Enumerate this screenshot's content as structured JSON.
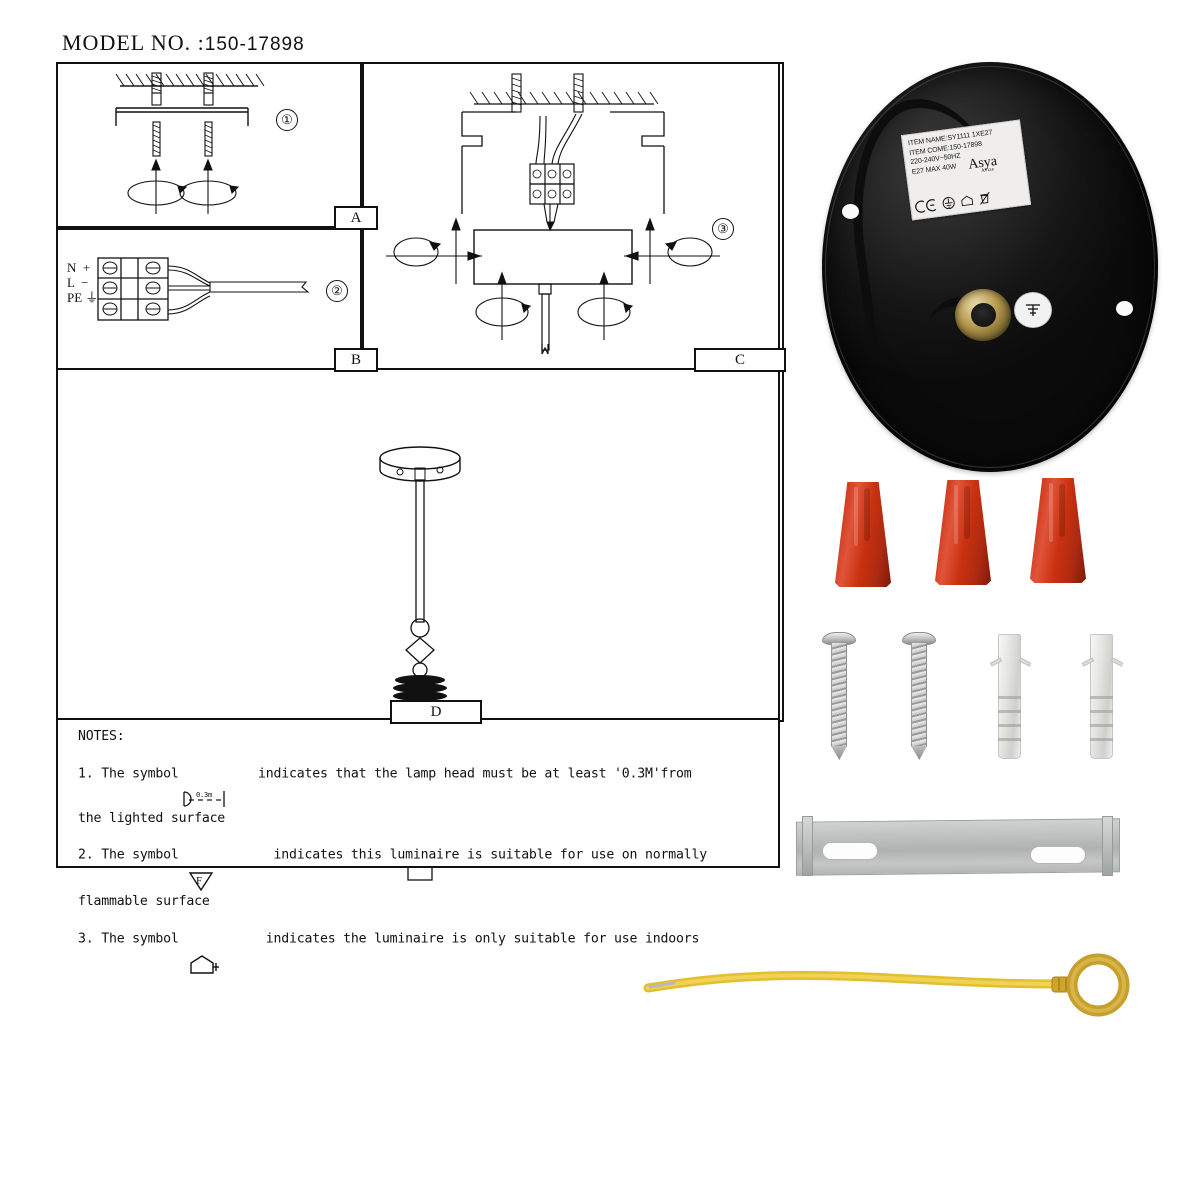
{
  "document": {
    "title_prefix": "MODEL NO. :",
    "model_number": "150-17898",
    "type": "lamp-installation-instruction-sheet"
  },
  "panels": [
    {
      "id": "A",
      "tag": "A",
      "step_number": "①",
      "description": "Drill holes in ceiling, insert wall plugs and fix mounting bracket with screws"
    },
    {
      "id": "B",
      "tag": "B",
      "step_number": "②",
      "description": "Connect supply cable to terminal block",
      "terminal_labels": [
        "N  +",
        "L  −",
        "PE ⏚"
      ]
    },
    {
      "id": "C",
      "tag": "C",
      "step_number": "③",
      "description": "Wire luminaire to terminal block and secure ceiling rose to bracket"
    },
    {
      "id": "D",
      "tag": "D",
      "description": "Assembled pendant lamp with beaded decorative body"
    }
  ],
  "notes": {
    "heading": "NOTES:",
    "items": [
      {
        "prefix": "1. The symbol",
        "symbol": "distance-0.3m-symbol",
        "symbol_text": "0.3m",
        "text_after": "indicates that the lamp head must be at least '0.3M'from",
        "continuation": "the lighted surface"
      },
      {
        "prefix": "2. The symbol",
        "symbol": "f-triangle-symbol",
        "symbol_text": "F",
        "text_after": "indicates this luminaire is suitable for use on normally",
        "continuation": "flammable surface"
      },
      {
        "prefix": "3. The symbol",
        "symbol": "house-indoor-symbol",
        "symbol_text": "",
        "text_after": "indicates the luminaire is only suitable for use indoors",
        "continuation": ""
      }
    ]
  },
  "product_label": {
    "line1": "ITEM NAME:SY1111 1XE27",
    "line2": "ITEM COME:150-17898",
    "line3": "220-240V~50HZ",
    "line4": "E27 MAX 40W",
    "brand": "Asya",
    "brand_sub": "Avize",
    "symbols": [
      "ce-mark",
      "earth-class1-symbol",
      "house-indoor-symbol",
      "weee-crossed-bin-symbol"
    ]
  },
  "parts": [
    {
      "name": "ceiling-rose",
      "label": "Black ceiling rose plate with cable",
      "count": 1,
      "color": "#141414"
    },
    {
      "name": "wire-connector",
      "label": "Red wire nut connector",
      "count": 3,
      "color": "#c9310f"
    },
    {
      "name": "mounting-screw",
      "label": "Self-tapping screw",
      "count": 2,
      "color": "#c6c6c6"
    },
    {
      "name": "wall-plug",
      "label": "Nylon wall plug",
      "count": 2,
      "color": "#e8e8e5"
    },
    {
      "name": "mounting-bracket",
      "label": "Galvanised steel mounting bracket",
      "count": 1,
      "color": "#bdc1c0"
    },
    {
      "name": "earth-wire",
      "label": "Yellow earth wire with ring terminal",
      "count": 1,
      "color": "#e8c33a"
    }
  ]
}
